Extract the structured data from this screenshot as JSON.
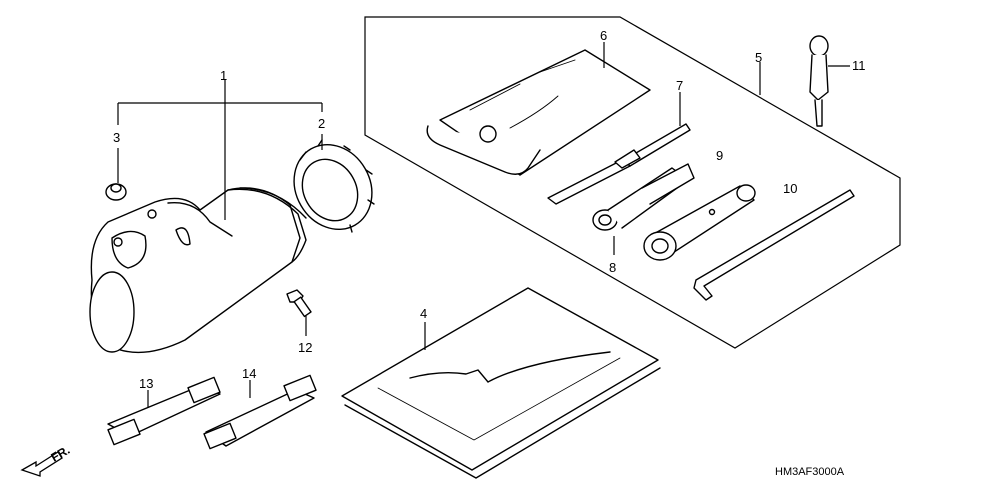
{
  "diagram": {
    "callouts": {
      "p1": "1",
      "p2": "2",
      "p3": "3",
      "p4": "4",
      "p5": "5",
      "p6": "6",
      "p7": "7",
      "p8": "8",
      "p9": "9",
      "p10": "10",
      "p11": "11",
      "p12": "12",
      "p13": "13",
      "p14": "14"
    },
    "front_marker": "FR.",
    "drawing_code": "HM3AF3000A"
  }
}
